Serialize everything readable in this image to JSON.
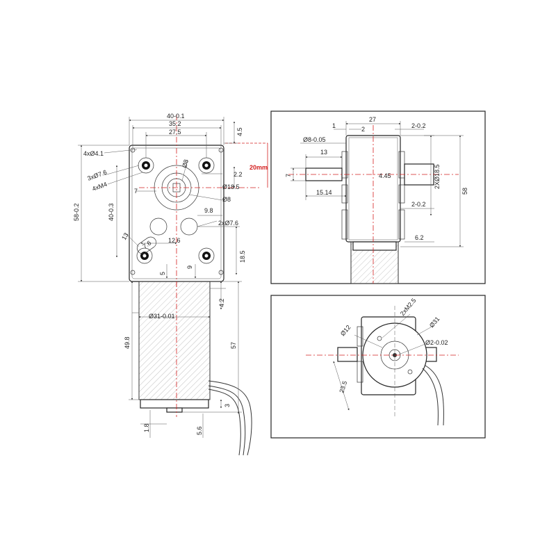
{
  "front_view": {
    "dims": {
      "w_40": "40-0.1",
      "w_35": "35.2",
      "w_27": "27.5",
      "h_4_5": "4.5",
      "holes_4x": "4xØ4.1",
      "holes_3x": "3xØ7.6",
      "thread_4x": "4xM4",
      "d_8": "Ø8",
      "v_2_2": "2.2",
      "d_18_5": "Ø18.5",
      "d_8b": "Ø8",
      "h_7": "7",
      "h_58": "58-0.2",
      "h_40": "40-0.3",
      "w_9_8": "9.8",
      "holes_2x": "2xØ7.6",
      "d_13": "13",
      "d_7_6": "7.6",
      "w_12_6": "12.6",
      "h_18_5": "18.5",
      "h_5": "5",
      "h_9": "9",
      "callout_20mm": "20mm"
    }
  },
  "motor_view": {
    "dims": {
      "h_4_2": "4.2",
      "d_31": "Ø31-0.01",
      "h_49_8": "49.8",
      "h_57": "57",
      "h_3": "3",
      "h_1_8": "1.8",
      "h_5_6": "5.6"
    }
  },
  "side_view": {
    "dims": {
      "w_27": "27",
      "w_1": "1",
      "w_2": "2",
      "w_2_02": "2-0.2",
      "d_8_005": "Ø8-0.05",
      "w_13": "13",
      "h_7": "7",
      "h_4_45": "4.45",
      "d_2x18_5": "2XØ18.5",
      "h_58": "58",
      "w_15_14": "15.14",
      "w_2_02b": "2-0.2",
      "w_6_2": "6.2"
    }
  },
  "end_view": {
    "dims": {
      "thread_2x": "2xM2.5",
      "d_31": "Ø31",
      "d_12": "Ø12",
      "d_2": "Ø2-0.02",
      "w_23_5": "23.5"
    }
  }
}
